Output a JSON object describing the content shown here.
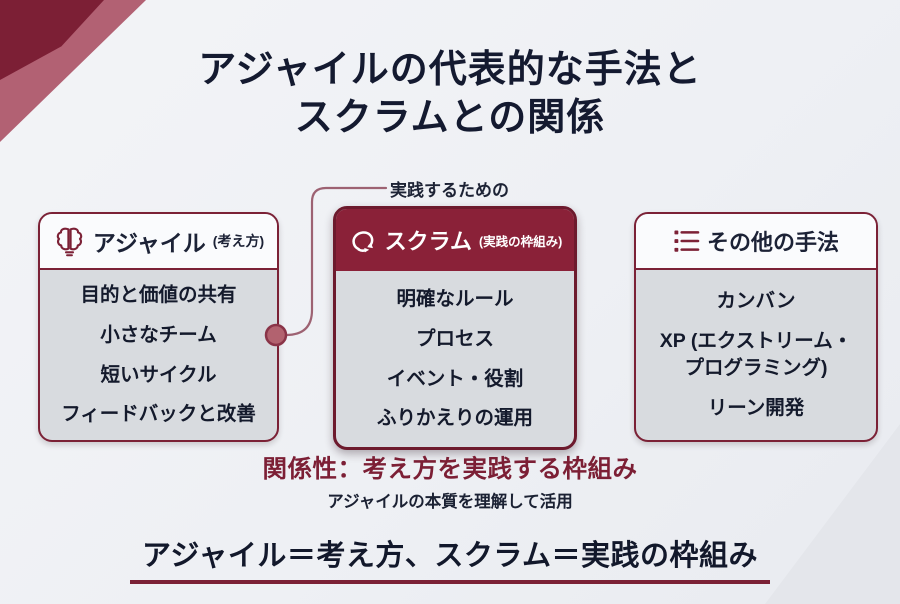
{
  "title": {
    "line1": "アジャイルの代表的な手法と",
    "line2": "スクラムとの関係"
  },
  "connector": {
    "label": "実践するための"
  },
  "cards": [
    {
      "icon": "brain-bulb-icon",
      "title": "アジャイル",
      "subtitle": "(考え方)",
      "items": [
        "目的と価値の共有",
        "小さなチーム",
        "短いサイクル",
        "フィードバックと改善"
      ]
    },
    {
      "icon": "scrum-cycle-icon",
      "title": "スクラム",
      "subtitle": "(実践の枠組み)",
      "items": [
        "明確なルール",
        "プロセス",
        "イベント・役割",
        "ふりかえりの運用"
      ]
    },
    {
      "icon": "list-icon",
      "title": "その他の手法",
      "subtitle": "",
      "items": [
        "カンバン",
        "XP (エクストリーム・\nプログラミング)",
        "リーン開発"
      ]
    }
  ],
  "relationship": {
    "heading": "関係性：考え方を実践する枠組み",
    "subtext": "アジャイルの本質を理解して活用"
  },
  "summary": {
    "text": "アジャイル＝考え方、スクラム＝実践の枠組み"
  },
  "colors": {
    "accent_maroon": "#7b2136",
    "scrum_header_bg": "#8a2138",
    "panel_gray": "#d8dbdf",
    "page_background": "#eef0f4",
    "title_text": "#141a30",
    "corner_rose": "#b26173",
    "corner_dark": "#7c1f35",
    "connector_line": "#9d6272",
    "connector_dot_fill": "#b2626f"
  }
}
